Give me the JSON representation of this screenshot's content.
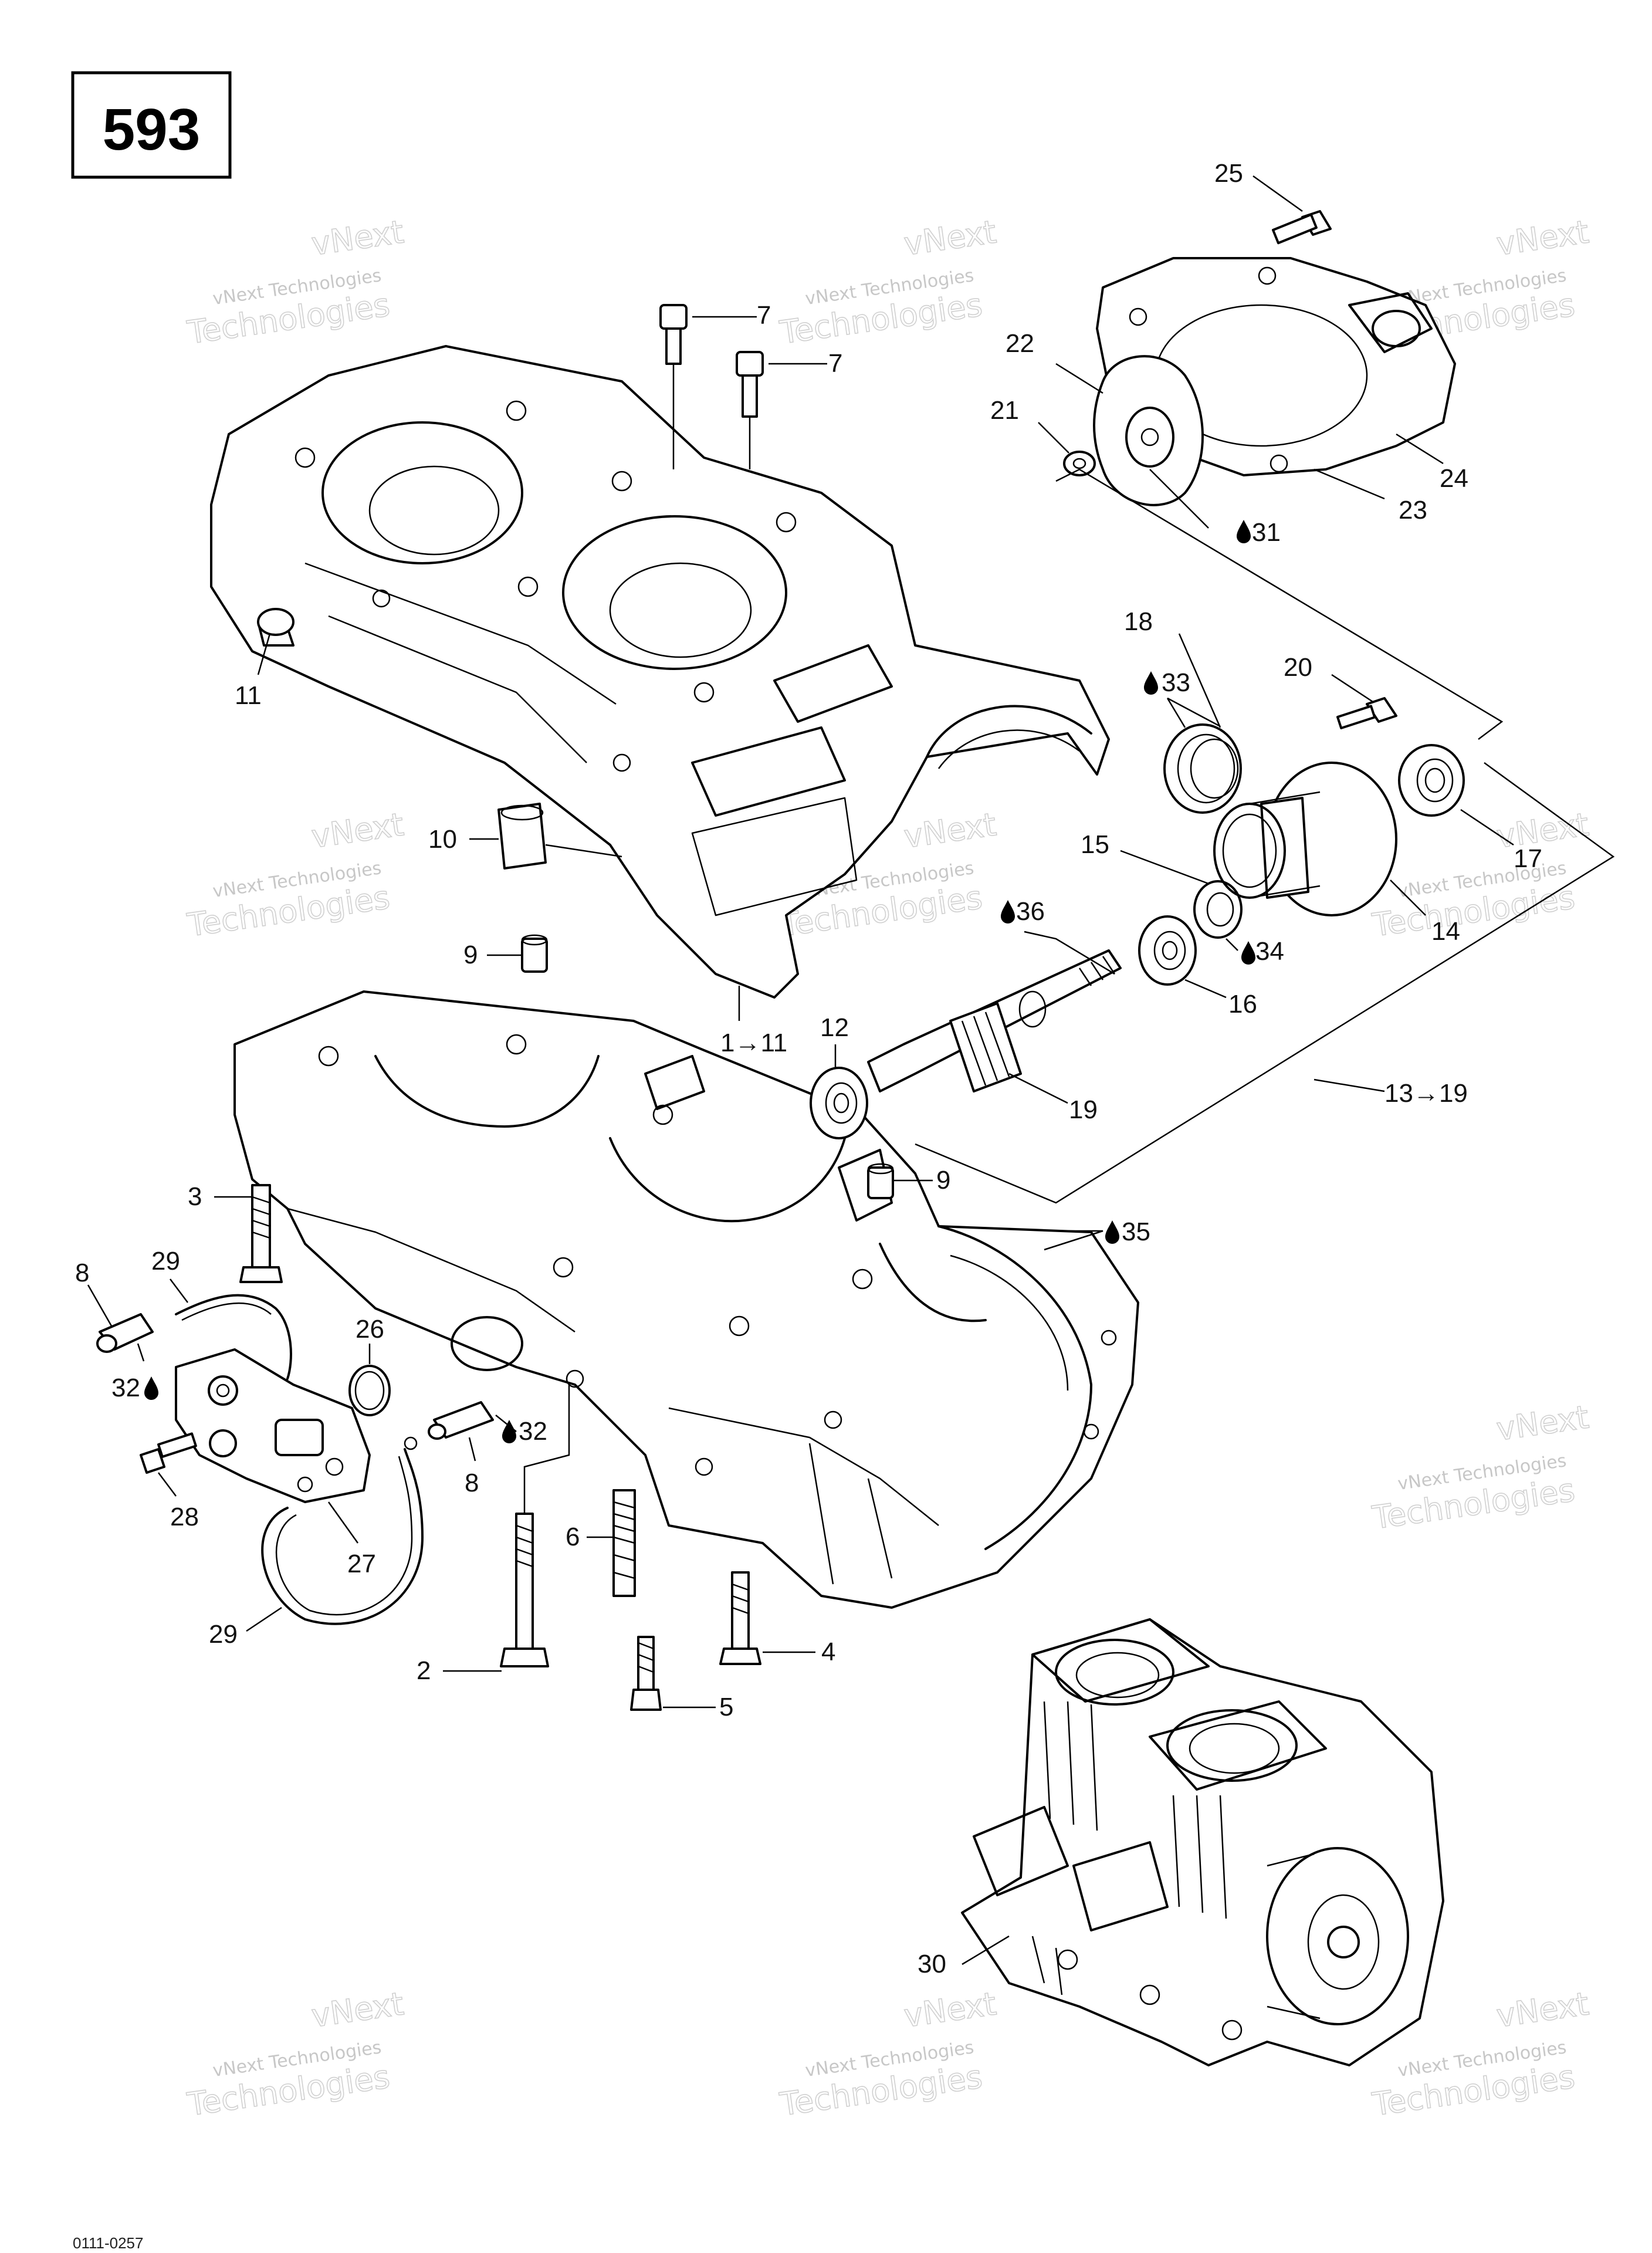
{
  "page_number": "593",
  "footer_code": "0111-0257",
  "watermark": {
    "line1": "vNext Technologies",
    "line2": "vNext",
    "line3": "Technologies"
  },
  "callouts": {
    "c1_11": "1→11",
    "c2": "2",
    "c3": "3",
    "c4": "4",
    "c5": "5",
    "c6": "6",
    "c7a": "7",
    "c7b": "7",
    "c8a": "8",
    "c8b": "8",
    "c9a": "9",
    "c9b": "9",
    "c10": "10",
    "c11": "11",
    "c12": "12",
    "c13_19": "13→19",
    "c14": "14",
    "c15": "15",
    "c16": "16",
    "c17": "17",
    "c18": "18",
    "c19": "19",
    "c20": "20",
    "c21": "21",
    "c22": "22",
    "c23": "23",
    "c24": "24",
    "c25": "25",
    "c26": "26",
    "c27": "27",
    "c28": "28",
    "c29a": "29",
    "c29b": "29",
    "c30": "30",
    "c31": "31",
    "c32a": "32",
    "c32b": "32",
    "c33": "33",
    "c34": "34",
    "c35": "35",
    "c36": "36"
  },
  "icons": {
    "lubricant": "oil-drop-icon"
  }
}
